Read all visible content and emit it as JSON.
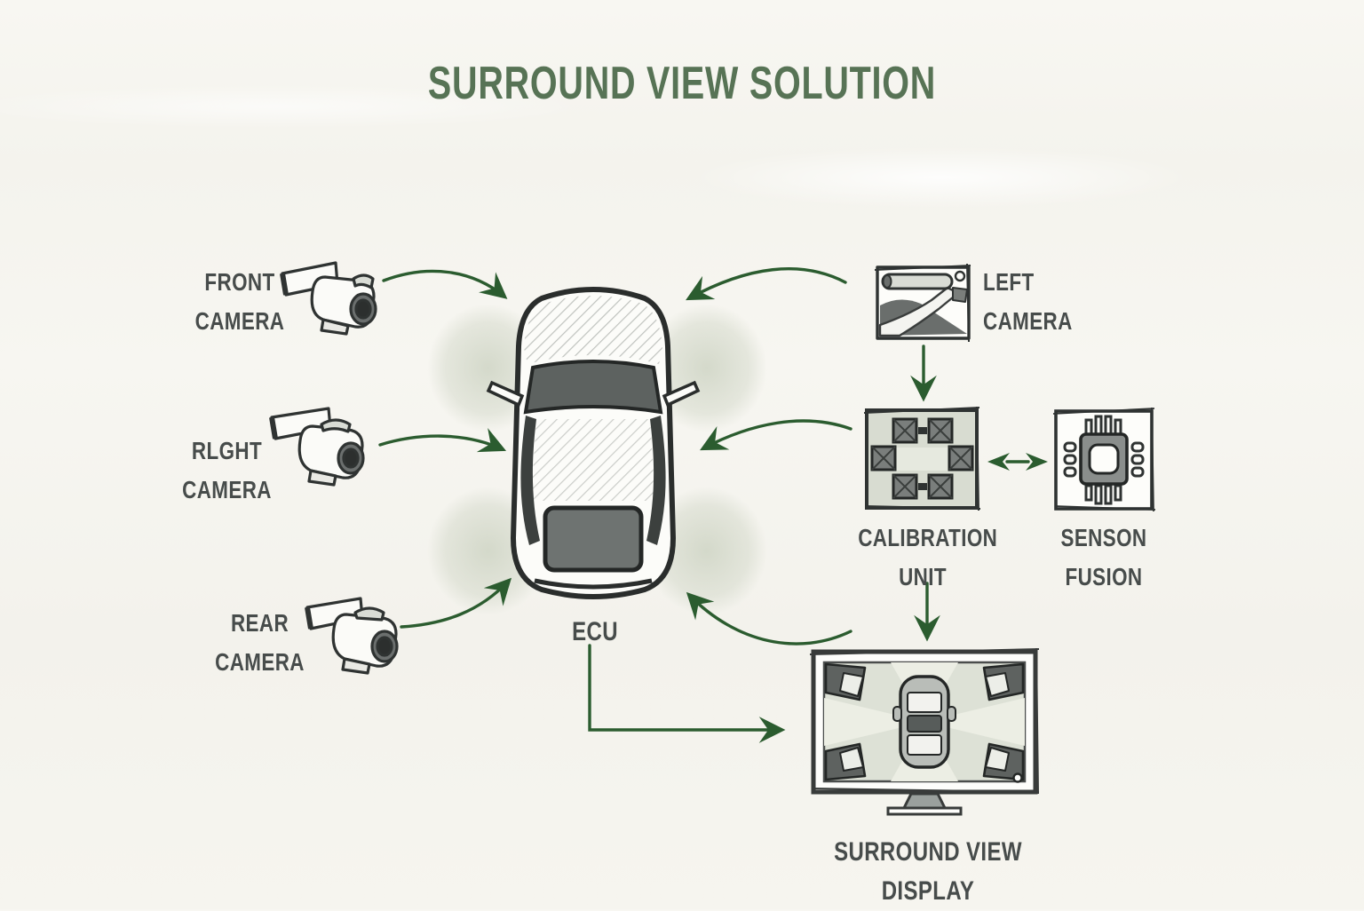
{
  "title": "SURROUND VIEW SOLUTION",
  "colors": {
    "background": "#f6f5ef",
    "title_green": "#577355",
    "arrow_green": "#2b5c2f",
    "label_gray": "#474c4b",
    "sketch_ink": "#2f3332",
    "panel_green_gray": "#d8dcd1",
    "screen_green_gray": "#dde1d6"
  },
  "nodes": {
    "front_camera": {
      "label_line1": "FRONT",
      "label_line2": "CAMERA",
      "icon": "dashcam-sketch-icon"
    },
    "right_camera": {
      "label_line1": "RLGHT",
      "label_line2": "CAMERA",
      "icon": "dashcam-sketch-icon"
    },
    "rear_camera": {
      "label_line1": "REAR",
      "label_line2": "CAMERA",
      "icon": "dashcam-sketch-icon"
    },
    "left_camera": {
      "label_line1": "LEFT",
      "label_line2": "CAMERA",
      "icon": "camera-view-frame-icon"
    },
    "calibration_unit": {
      "label_line1": "CALIBRATION",
      "label_line2": "UNIT",
      "icon": "calibration-target-icon"
    },
    "sensor_fusion": {
      "label_line1": "SENSON",
      "label_line2": "FUSION",
      "icon": "processor-chip-icon"
    },
    "ecu": {
      "label": "ECU"
    },
    "surround_view_display": {
      "label": "SURROUND VIEW DISPLAY",
      "icon": "monitor-surround-view-icon"
    },
    "car": {
      "icon": "car-top-view-sketch"
    }
  },
  "connections": [
    {
      "from": "front_camera",
      "to": "car"
    },
    {
      "from": "right_camera",
      "to": "car"
    },
    {
      "from": "rear_camera",
      "to": "car"
    },
    {
      "from": "left_camera",
      "to": "car"
    },
    {
      "from": "left_camera",
      "to": "calibration_unit"
    },
    {
      "from": "calibration_unit",
      "to": "car"
    },
    {
      "from": "calibration_unit",
      "to": "sensor_fusion",
      "bidirectional": true
    },
    {
      "from": "calibration_unit",
      "to": "surround_view_display"
    },
    {
      "from": "surround_view_display",
      "to": "car"
    },
    {
      "from": "ecu",
      "to": "surround_view_display"
    }
  ]
}
